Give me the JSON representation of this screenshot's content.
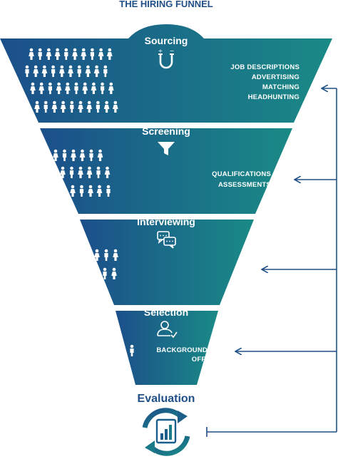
{
  "title": "THE HIRING FUNNEL",
  "colors": {
    "funnel_left": "#1b4f8a",
    "funnel_right": "#1a8a86",
    "title_color": "#1f4f86",
    "arrow_color": "#1f4f86"
  },
  "stages": [
    {
      "label": "Sourcing",
      "icon": "magnet-icon",
      "people": 40,
      "details": [
        "JOB DESCRIPTIONS",
        "ADVERTISING",
        "MATCHING",
        "HEADHUNTING"
      ]
    },
    {
      "label": "Screening",
      "icon": "filter-icon",
      "people": 20,
      "details": [
        "QUALIFICATIONS",
        "ASSESSMENTS"
      ]
    },
    {
      "label": "Interviewing",
      "icon": "chat-icon",
      "people": 6,
      "details": []
    },
    {
      "label": "Selection",
      "icon": "user-check-icon",
      "people": 2,
      "details": [
        "BACKGROUND ✓",
        "OFFER"
      ]
    }
  ],
  "evaluation": {
    "label": "Evaluation",
    "icon": "evaluation-cycle-icon"
  }
}
